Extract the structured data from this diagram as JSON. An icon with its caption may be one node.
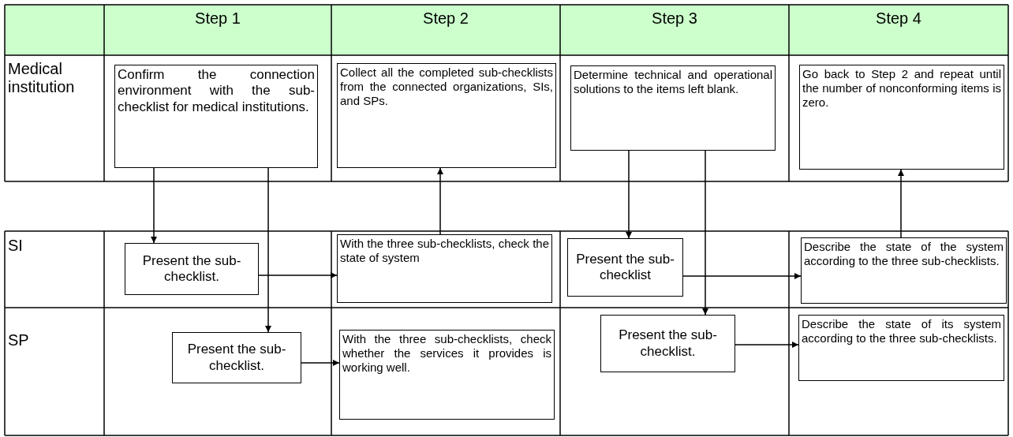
{
  "diagram": {
    "nodes": [
      {
        "text": [
          "Confirm the connection environment with the sub-checklist for medical institutions."
        ]
      },
      {
        "text": [
          "Collect all the completed sub-checklists from the connected organizations, SIs, and SPs."
        ]
      },
      {
        "text": [
          "Determine technical and operational solutions to the items left blank."
        ]
      },
      {
        "text": [
          "Go back to Step 2 and repeat until the number of nonconforming items is zero."
        ]
      },
      {
        "text": [
          "Present the sub-checklist."
        ]
      },
      {
        "text": [
          "With the three sub-checklists, check the state of system"
        ]
      },
      {
        "text": [
          "Present the sub-checklist"
        ]
      },
      {
        "text": [
          "Describe the state of the system according to the three sub-checklists."
        ]
      },
      {
        "text": [
          "Present the sub-checklist."
        ]
      },
      {
        "text": [
          "With the three sub-checklists, check whether the services it provides is working well."
        ]
      },
      {
        "text": [
          "Present the sub-checklist."
        ]
      },
      {
        "text": [
          "Describe the state of its system according to the three sub-checklists."
        ]
      }
    ],
    "edges": [
      {
        "from": 0,
        "to": 4,
        "arrow": "to"
      },
      {
        "from": 0,
        "to": 8,
        "arrow": "to"
      },
      {
        "from": 4,
        "to": 5,
        "arrow": "to"
      },
      {
        "from": 8,
        "to": 9,
        "arrow": "to"
      },
      {
        "from": 5,
        "to": 1,
        "arrow": "to"
      },
      {
        "from": 2,
        "to": 6,
        "arrow": "to"
      },
      {
        "from": 2,
        "to": 10,
        "arrow": "to"
      },
      {
        "from": 6,
        "to": 7,
        "arrow": "to"
      },
      {
        "from": 10,
        "to": 11,
        "arrow": "to"
      },
      {
        "from": 7,
        "to": 3,
        "arrow": "to"
      }
    ],
    "labels": [
      "Step 1",
      "Step 2",
      "Step 3",
      "Step 4",
      "Medical institution",
      "SI",
      "SP"
    ]
  }
}
